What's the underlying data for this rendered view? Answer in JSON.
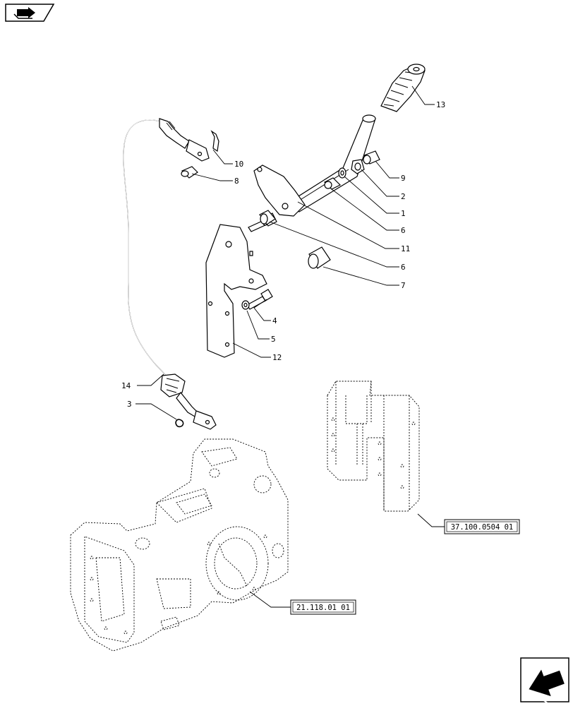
{
  "nav": {
    "top_left_icon": "book-arrow-icon",
    "bottom_right_icon": "next-page-arrow-icon"
  },
  "callouts": {
    "c1": "1",
    "c2": "2",
    "c3": "3",
    "c4": "4",
    "c5": "5",
    "c6a": "6",
    "c6b": "6",
    "c7": "7",
    "c8": "8",
    "c9": "9",
    "c10": "10",
    "c11": "11",
    "c12": "12",
    "c13": "13",
    "c14": "14"
  },
  "references": {
    "ref_bracket": "37.100.0504 01",
    "ref_housing": "21.118.01 01"
  }
}
